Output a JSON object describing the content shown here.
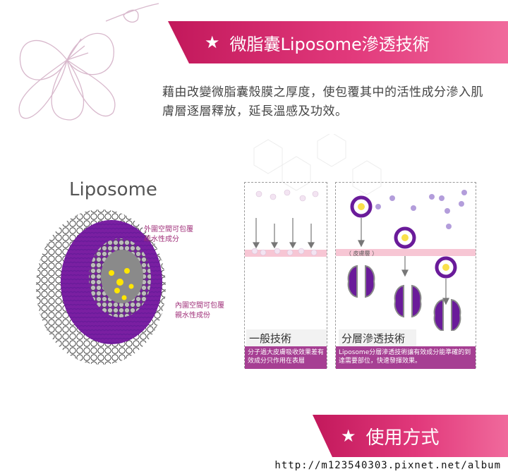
{
  "header": {
    "star": "★",
    "title": "微脂囊Liposome滲透技術"
  },
  "intro": {
    "text": "藉由改變微脂囊殼膜之厚度，使包覆其中的活性成分滲入肌膚層逐層釋放，延長溫感及功效。"
  },
  "diagram": {
    "title": "Liposome",
    "outer_note_1": "外圍空間可包覆",
    "outer_note_2": "疏水性成分",
    "inner_note_1": "內圍空間可包覆",
    "inner_note_2": "親水性成份"
  },
  "panel_general": {
    "label": "一般技術",
    "desc": "分子過大皮膚吸收效果差有效成分只作用在表層"
  },
  "panel_layered": {
    "skin_label": "（ 皮膚層 ）",
    "label": "分層滲透技術",
    "desc": "Liposome分層滲透技術讓有效成分能準確的到達需要部位，快速發揮效果。"
  },
  "usage": {
    "star": "★",
    "title": "使用方式"
  },
  "footer": {
    "url": "http://m123540303.pixnet.net/album"
  },
  "colors": {
    "banner": "#e23a7c",
    "purple": "#7a1fa2",
    "desc_bg": "#a63f93"
  }
}
